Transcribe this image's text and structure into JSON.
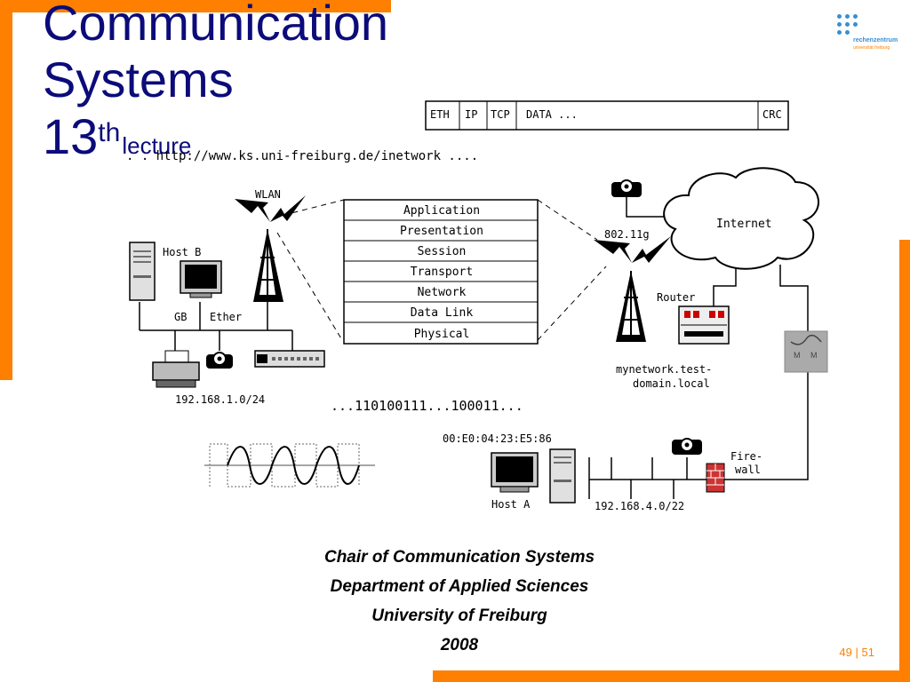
{
  "title": {
    "line1": "Communication",
    "line2": "Systems",
    "number": "13",
    "suffix": "th",
    "lecture": "lecture"
  },
  "logo": {
    "name": "rechenzentrum",
    "sub": "universität freiburg"
  },
  "url_text": ". . http://www.ks.uni-freiburg.de/inetwork ....",
  "packet": {
    "fields": [
      "ETH",
      "IP",
      "TCP",
      "DATA ...",
      "CRC"
    ]
  },
  "osi_layers": [
    "Application",
    "Presentation",
    "Session",
    "Transport",
    "Network",
    "Data Link",
    "Physical"
  ],
  "labels": {
    "wlan": "WLAN",
    "host_b": "Host B",
    "gb": "GB",
    "ether": "Ether",
    "net_b": "192.168.1.0/24",
    "wifi": "802.11g",
    "internet": "Internet",
    "router": "Router",
    "domain1": "mynetwork.test-",
    "domain2": "domain.local",
    "bits": "...110100111...100011...",
    "mac": "00:E0:04:23:E5:86",
    "firewall1": "Fire-",
    "firewall2": "wall",
    "host_a": "Host A",
    "net_a": "192.168.4.0/22"
  },
  "credits": [
    "Chair of Communication Systems",
    "Department of Applied Sciences",
    "University of Freiburg",
    "2008"
  ],
  "page": {
    "current": "49",
    "separator": "|",
    "total": "51"
  },
  "colors": {
    "accent": "#ff7f00",
    "title": "#0b0b7a"
  }
}
